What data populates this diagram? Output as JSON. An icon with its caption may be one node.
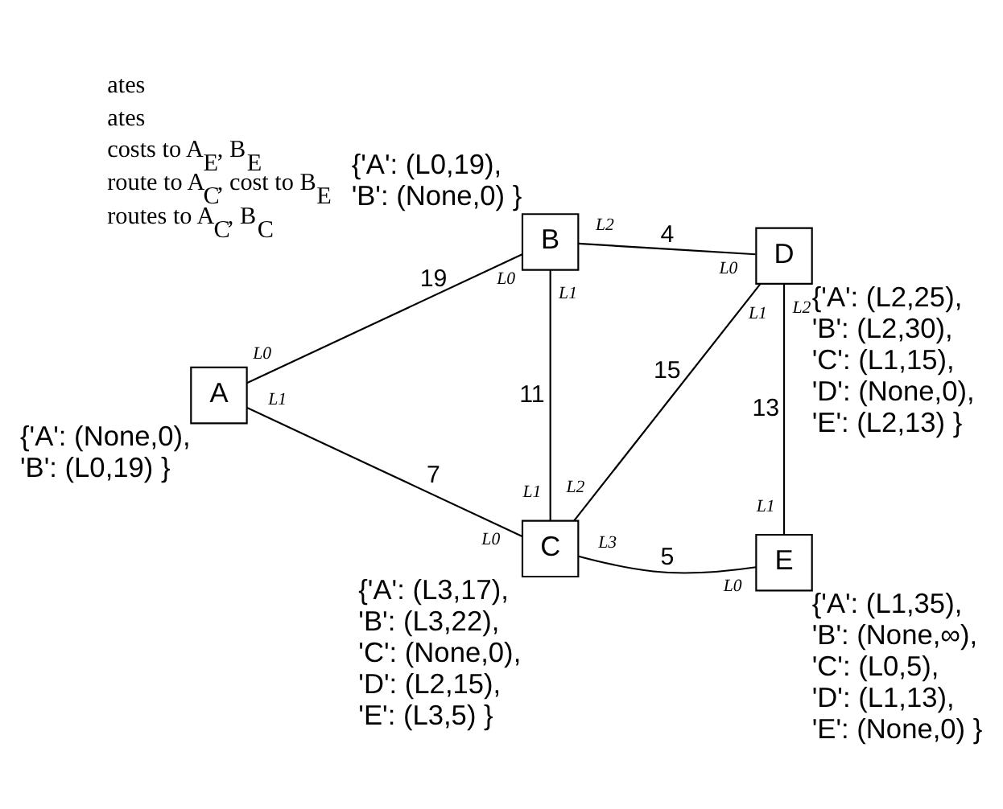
{
  "diagram": {
    "nodes": [
      {
        "text": [
          "A"
        ],
        "beside": [
          "{'A': (None,0), 'B': (L0,19) }"
        ]
      },
      {
        "text": [
          "B"
        ],
        "beside": [
          "{'A': (L0,19), 'B': (None,0) }"
        ]
      },
      {
        "text": [
          "C"
        ],
        "beside": [
          "{'A': (L3,17), 'B': (L3,22), 'C': (None,0), 'D': (L2,15), 'E': (L3,5) }"
        ]
      },
      {
        "text": [
          "D"
        ],
        "beside": [
          "{'A': (L2,25), 'B': (L2,30), 'C': (L1,15), 'D': (None,0), 'E': (L2,13) }"
        ]
      },
      {
        "text": [
          "E"
        ],
        "beside": [
          "{'A': (L1,35), 'B': (None,∞), 'C': (L0,5), 'D': (L1,13), 'E': (None,0) }"
        ]
      }
    ],
    "edges": [
      {
        "from": 0,
        "to": 1,
        "arrow": "none",
        "label": "19"
      },
      {
        "from": 1,
        "to": 3,
        "arrow": "none",
        "label": "4"
      },
      {
        "from": 1,
        "to": 2,
        "arrow": "none",
        "label": "11"
      },
      {
        "from": 0,
        "to": 2,
        "arrow": "none",
        "label": "7"
      },
      {
        "from": 2,
        "to": 3,
        "arrow": "none",
        "label": "15"
      },
      {
        "from": 3,
        "to": 4,
        "arrow": "none",
        "label": "13"
      },
      {
        "from": 2,
        "to": 4,
        "arrow": "none",
        "label": "5"
      }
    ],
    "labels": [
      "L0",
      "L2",
      "L0",
      "L1",
      "L1",
      "L2",
      "L0",
      "L1",
      "L1",
      "L2",
      "L1",
      "L0",
      "L0",
      "L3",
      "ates",
      "ates",
      "costs to A$_{E}$, B$_{E}$",
      "route to A$_{C}$, cost to B$_{E}$",
      "routes to A$_{C}$, B$_{C}$"
    ]
  }
}
